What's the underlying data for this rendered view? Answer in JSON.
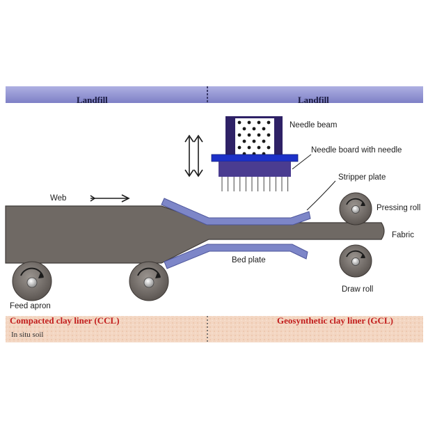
{
  "background": {
    "header_left": "Landfill",
    "header_right": "Landfill",
    "liner_left": "Compacted clay liner (CCL)",
    "liner_right": "Geosynthetic clay liner (GCL)",
    "soil_label": "In situ soil"
  },
  "labels": {
    "web": "Web",
    "needle_beam": "Needle beam",
    "needle_board": "Needle board with needle",
    "stripper_plate": "Stripper plate",
    "pressing_roll": "Pressing roll",
    "fabric": "Fabric",
    "bed_plate": "Bed plate",
    "draw_roll": "Draw roll",
    "feed_apron": "Feed apron"
  },
  "colors": {
    "web_fill": "#6f6964",
    "plate_fill": "#7d86c8",
    "board_blue": "#1d31c8",
    "needle_beam_fill": "#2e2166",
    "header_band": "#8e90d0",
    "soil_band": "#f2d3bd",
    "roll_fill": "#7a7470"
  }
}
